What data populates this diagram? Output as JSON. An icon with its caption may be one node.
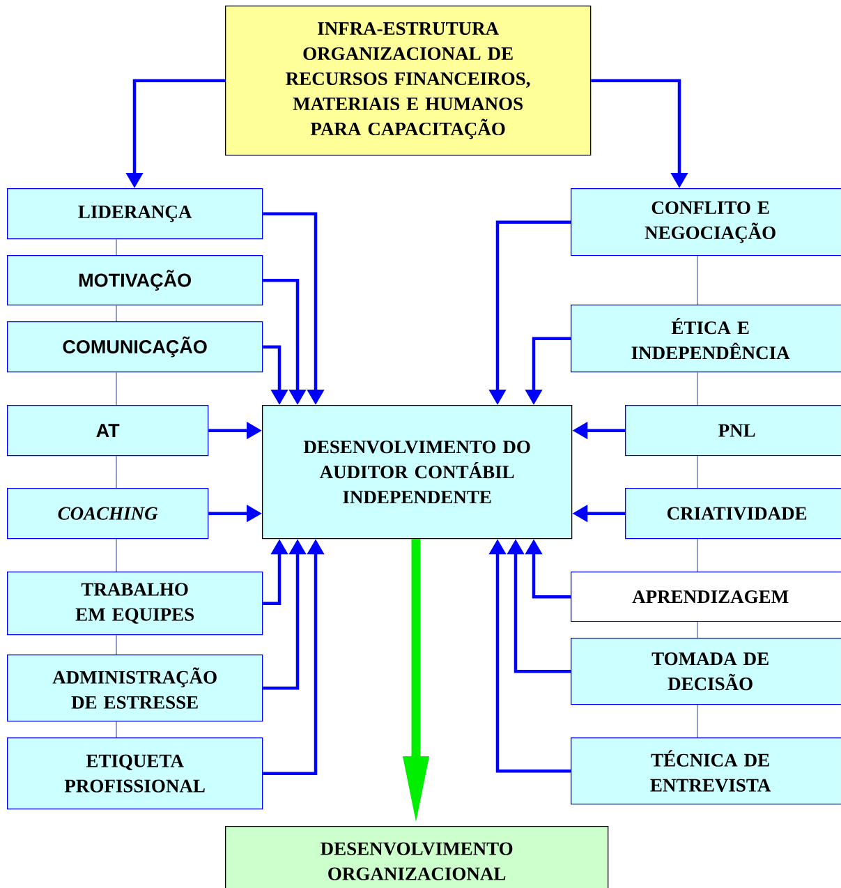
{
  "diagram": {
    "nodes": [
      {
        "text": [
          "INFRA-ESTRUTURA ORGANIZACIONAL DE RECURSOS FINANCEIROS, MATERIAIS E HUMANOS PARA CAPACITAÇÃO"
        ]
      },
      {
        "text": [
          "LIDERANÇA"
        ]
      },
      {
        "text": [
          "MOTIVAÇÃO"
        ]
      },
      {
        "text": [
          "COMUNICAÇÃO"
        ]
      },
      {
        "text": [
          "AT"
        ]
      },
      {
        "text": [
          "COACHING"
        ]
      },
      {
        "text": [
          "TRABALHO EM EQUIPES"
        ]
      },
      {
        "text": [
          "ADMINISTRAÇÃO DE ESTRESSE"
        ]
      },
      {
        "text": [
          "ETIQUETA PROFISSIONAL"
        ]
      },
      {
        "text": [
          "DESENVOLVIMENTO DO AUDITOR CONTÁBIL INDEPENDENTE"
        ]
      },
      {
        "text": [
          "CONFLITO E NEGOCIAÇÃO"
        ]
      },
      {
        "text": [
          "ÉTICA E INDEPENDÊNCIA"
        ]
      },
      {
        "text": [
          "PNL"
        ]
      },
      {
        "text": [
          "CRIATIVIDADE"
        ]
      },
      {
        "text": [
          "APRENDIZAGEM"
        ]
      },
      {
        "text": [
          "TOMADA DE DECISÃO"
        ]
      },
      {
        "text": [
          "TÉCNICA DE ENTREVISTA"
        ]
      },
      {
        "text": [
          "DESENVOLVIMENTO ORGANIZACIONAL"
        ]
      }
    ],
    "edges": [
      {
        "from": 0,
        "to": 1,
        "arrow": "to"
      },
      {
        "from": 0,
        "to": 10,
        "arrow": "to"
      },
      {
        "from": 1,
        "to": 2,
        "arrow": "none",
        "color": "#4a5a9a"
      },
      {
        "from": 2,
        "to": 3,
        "arrow": "none",
        "color": "#4a5a9a"
      },
      {
        "from": 3,
        "to": 4,
        "arrow": "none",
        "color": "#4a5a9a"
      },
      {
        "from": 4,
        "to": 5,
        "arrow": "none",
        "color": "#4a5a9a"
      },
      {
        "from": 5,
        "to": 6,
        "arrow": "none",
        "color": "#4a5a9a"
      },
      {
        "from": 6,
        "to": 7,
        "arrow": "none",
        "color": "#4a5a9a"
      },
      {
        "from": 7,
        "to": 8,
        "arrow": "none",
        "color": "#4a5a9a"
      },
      {
        "from": 10,
        "to": 11,
        "arrow": "none",
        "color": "#4a5a9a"
      },
      {
        "from": 11,
        "to": 12,
        "arrow": "none",
        "color": "#4a5a9a"
      },
      {
        "from": 12,
        "to": 13,
        "arrow": "none",
        "color": "#4a5a9a"
      },
      {
        "from": 13,
        "to": 14,
        "arrow": "none",
        "color": "#4a5a9a"
      },
      {
        "from": 14,
        "to": 15,
        "arrow": "none",
        "color": "#4a5a9a"
      },
      {
        "from": 15,
        "to": 16,
        "arrow": "none",
        "color": "#4a5a9a"
      },
      {
        "from": 1,
        "to": 9,
        "arrow": "to"
      },
      {
        "from": 2,
        "to": 9,
        "arrow": "to"
      },
      {
        "from": 3,
        "to": 9,
        "arrow": "to"
      },
      {
        "from": 4,
        "to": 9,
        "arrow": "to"
      },
      {
        "from": 5,
        "to": 9,
        "arrow": "to"
      },
      {
        "from": 6,
        "to": 9,
        "arrow": "to"
      },
      {
        "from": 7,
        "to": 9,
        "arrow": "to"
      },
      {
        "from": 8,
        "to": 9,
        "arrow": "to"
      },
      {
        "from": 10,
        "to": 9,
        "arrow": "to"
      },
      {
        "from": 11,
        "to": 9,
        "arrow": "to"
      },
      {
        "from": 12,
        "to": 9,
        "arrow": "to"
      },
      {
        "from": 13,
        "to": 9,
        "arrow": "to"
      },
      {
        "from": 14,
        "to": 9,
        "arrow": "to"
      },
      {
        "from": 15,
        "to": 9,
        "arrow": "to"
      },
      {
        "from": 16,
        "to": 9,
        "arrow": "to"
      },
      {
        "from": 9,
        "to": 17,
        "arrow": "to",
        "style": "thick",
        "color": "#00ee00"
      }
    ]
  }
}
